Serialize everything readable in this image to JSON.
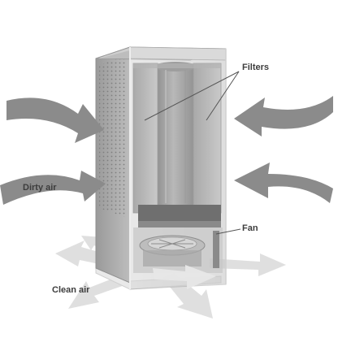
{
  "labels": {
    "filters": "Filters",
    "fan": "Fan",
    "dirty_air": "Dirty air",
    "clean_air": "Clean air"
  },
  "colors": {
    "background": "#ffffff",
    "dirty_air_arrow": "#8a8a8a",
    "clean_air_arrow": "#dcdcdc",
    "housing": "#b9b9b9",
    "label_text": "#3d3d3d",
    "leader_line": "#555555"
  }
}
